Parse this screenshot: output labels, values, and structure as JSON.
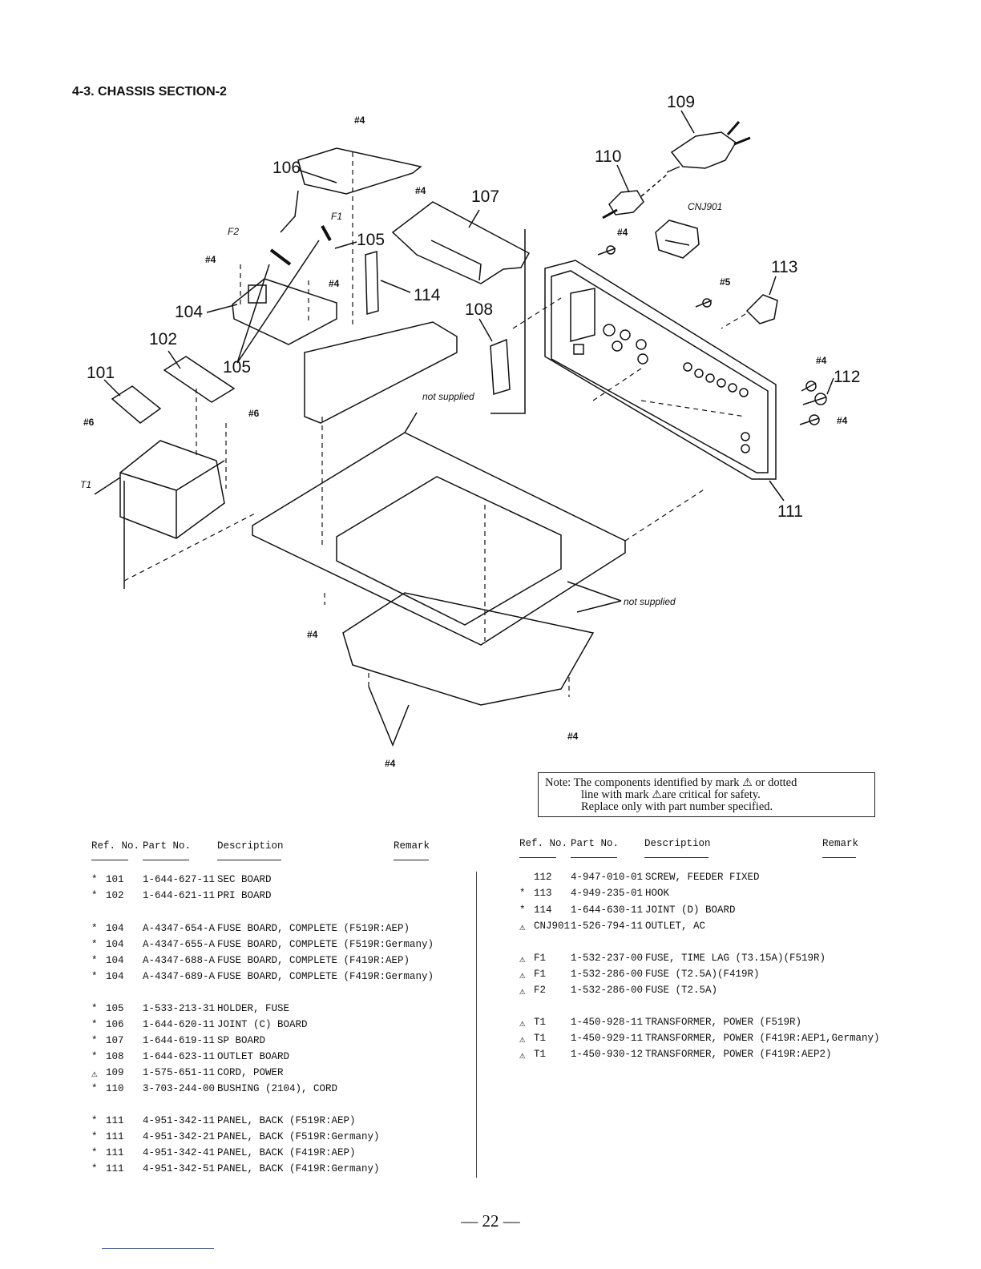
{
  "section_title": "4-3. CHASSIS SECTION-2",
  "diagram": {
    "ref_labels": [
      "109",
      "110",
      "106",
      "107",
      "105",
      "114",
      "108",
      "113",
      "104",
      "102",
      "105",
      "101",
      "112",
      "111"
    ],
    "screw_labels": [
      "#4",
      "#4",
      "#4",
      "#4",
      "#4",
      "#5",
      "#4",
      "#6",
      "#6",
      "#4",
      "#4",
      "#4",
      "#4"
    ],
    "part_labels": [
      "F2",
      "F1",
      "CNJ901",
      "T1"
    ],
    "callouts": [
      "not supplied",
      "not supplied"
    ]
  },
  "note": {
    "line1_a": "Note: The components identified by mark",
    "line1_b": "or dotted",
    "line2_a": "line with mark",
    "line2_b": "are critical for safety.",
    "line3": "Replace only with part number specified."
  },
  "table_headers": {
    "ref": "Ref. No.",
    "part": "Part No.",
    "desc": "Description",
    "remark": "Remark"
  },
  "left_parts": [
    {
      "mark": "*",
      "ref": "101",
      "part": "1-644-627-11",
      "desc": "SEC BOARD"
    },
    {
      "mark": "*",
      "ref": "102",
      "part": "1-644-621-11",
      "desc": "PRI BOARD"
    },
    {
      "mark": "*",
      "ref": "104",
      "part": "A-4347-654-A",
      "desc": "FUSE BOARD, COMPLETE (F519R:AEP)"
    },
    {
      "mark": "*",
      "ref": "104",
      "part": "A-4347-655-A",
      "desc": "FUSE BOARD, COMPLETE (F519R:Germany)"
    },
    {
      "mark": "*",
      "ref": "104",
      "part": "A-4347-688-A",
      "desc": "FUSE BOARD, COMPLETE (F419R:AEP)"
    },
    {
      "mark": "*",
      "ref": "104",
      "part": "A-4347-689-A",
      "desc": "FUSE BOARD, COMPLETE (F419R:Germany)"
    },
    {
      "mark": "*",
      "ref": "105",
      "part": "1-533-213-31",
      "desc": "HOLDER, FUSE"
    },
    {
      "mark": "*",
      "ref": "106",
      "part": "1-644-620-11",
      "desc": "JOINT (C) BOARD"
    },
    {
      "mark": "*",
      "ref": "107",
      "part": "1-644-619-11",
      "desc": "SP BOARD"
    },
    {
      "mark": "*",
      "ref": "108",
      "part": "1-644-623-11",
      "desc": "OUTLET BOARD"
    },
    {
      "mark": "⚠",
      "ref": "109",
      "part": "1-575-651-11",
      "desc": "CORD, POWER"
    },
    {
      "mark": "*",
      "ref": "110",
      "part": "3-703-244-00",
      "desc": "BUSHING (2104), CORD"
    },
    {
      "mark": "*",
      "ref": "111",
      "part": "4-951-342-11",
      "desc": "PANEL, BACK (F519R:AEP)"
    },
    {
      "mark": "*",
      "ref": "111",
      "part": "4-951-342-21",
      "desc": "PANEL, BACK (F519R:Germany)"
    },
    {
      "mark": "*",
      "ref": "111",
      "part": "4-951-342-41",
      "desc": "PANEL, BACK (F419R:AEP)"
    },
    {
      "mark": "*",
      "ref": "111",
      "part": "4-951-342-51",
      "desc": "PANEL, BACK (F419R:Germany)"
    }
  ],
  "right_parts": [
    {
      "mark": "",
      "ref": "112",
      "part": "4-947-010-01",
      "desc": "SCREW, FEEDER FIXED"
    },
    {
      "mark": "*",
      "ref": "113",
      "part": "4-949-235-01",
      "desc": "HOOK"
    },
    {
      "mark": "*",
      "ref": "114",
      "part": "1-644-630-11",
      "desc": "JOINT (D) BOARD"
    },
    {
      "mark": "⚠",
      "ref": "CNJ901",
      "part": "1-526-794-11",
      "desc": "OUTLET, AC"
    },
    {
      "mark": "⚠",
      "ref": "F1",
      "part": "1-532-237-00",
      "desc": "FUSE, TIME LAG (T3.15A)(F519R)"
    },
    {
      "mark": "⚠",
      "ref": "F1",
      "part": "1-532-286-00",
      "desc": "FUSE (T2.5A)(F419R)"
    },
    {
      "mark": "⚠",
      "ref": "F2",
      "part": "1-532-286-00",
      "desc": "FUSE (T2.5A)"
    },
    {
      "mark": "⚠",
      "ref": "T1",
      "part": "1-450-928-11",
      "desc": "TRANSFORMER, POWER (F519R)"
    },
    {
      "mark": "⚠",
      "ref": "T1",
      "part": "1-450-929-11",
      "desc": "TRANSFORMER, POWER (F419R:AEP1,Germany)"
    },
    {
      "mark": "⚠",
      "ref": "T1",
      "part": "1-450-930-12",
      "desc": "TRANSFORMER, POWER (F419R:AEP2)"
    }
  ],
  "page_number": "— 22 —"
}
